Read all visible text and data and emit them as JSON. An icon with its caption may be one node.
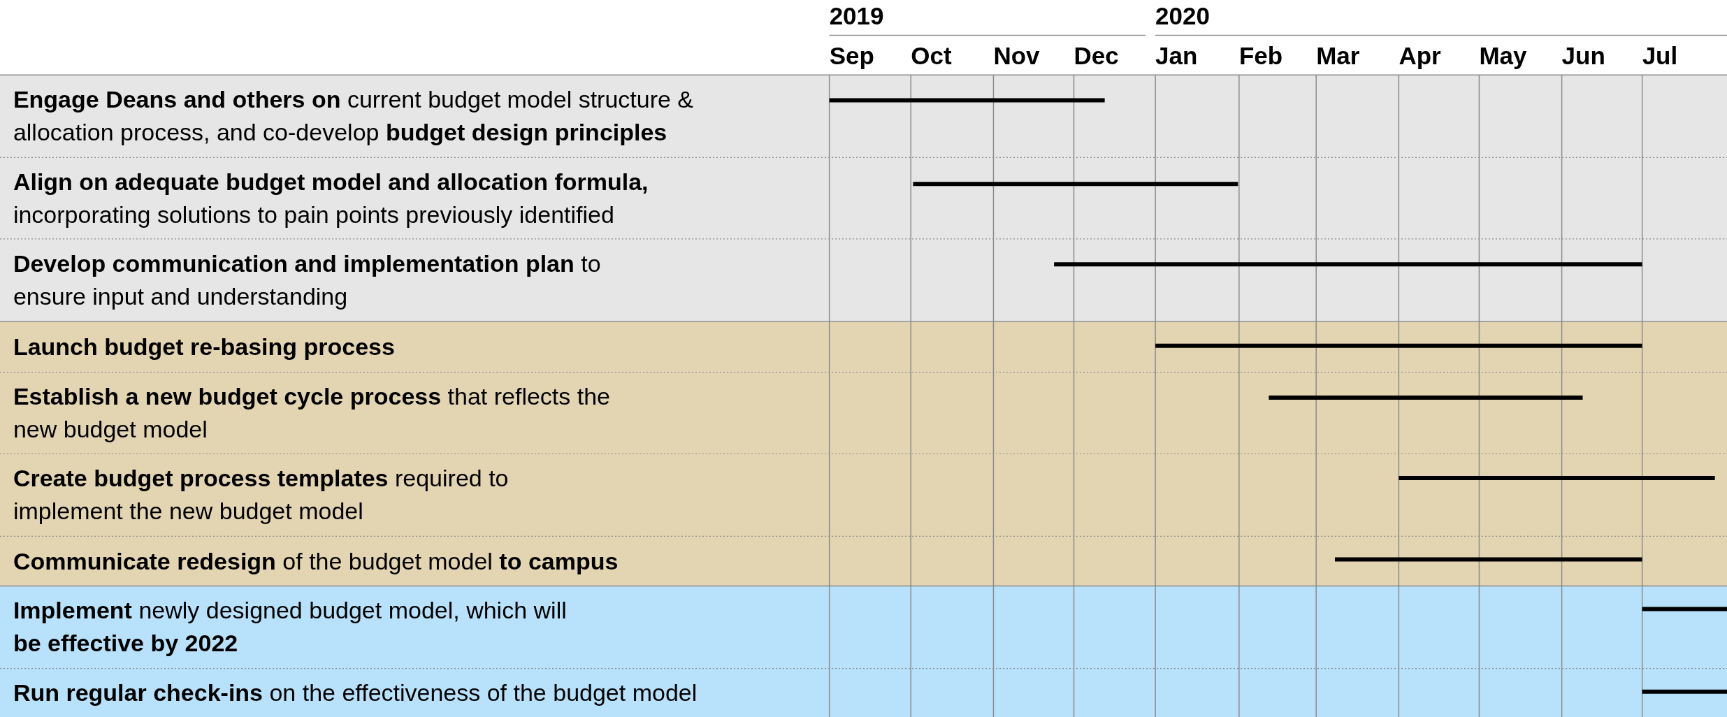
{
  "diagram": {
    "labels": [
      "2019",
      "2020",
      "Sep",
      "Oct",
      "Nov",
      "Dec",
      "Jan",
      "Feb",
      "Mar",
      "Apr",
      "May",
      "Jun",
      "Jul",
      "**Engage Deans and others on** current budget model structure & allocation process, and co-develop **budget design principles**",
      "**Align on adequate budget model and allocation formula,** incorporating solutions to pain points previously identified",
      "**Develop communication and implementation plan** to ensure input and understanding",
      "Launch budget re-basing process",
      "**Establish a new budget cycle process** that reflects the new budget model",
      "**Create budget process templates** required to implement the new budget model",
      "**Communicate redesign** of the budget model **to campus**",
      "**Implement** newly designed budget model, which will **be effective by 2022**",
      "**Run regular check-ins** on the effectiveness of the budget model"
    ]
  }
}
